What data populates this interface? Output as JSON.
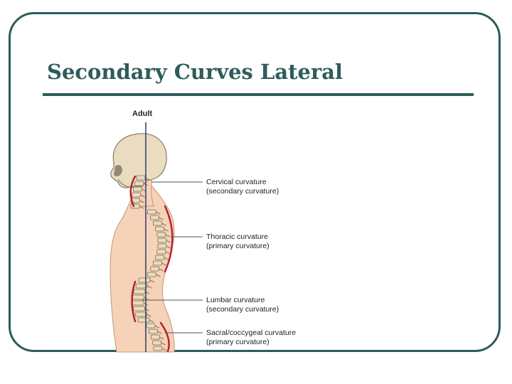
{
  "slide": {
    "title": "Secondary Curves Lateral"
  },
  "figure": {
    "heading": "Adult",
    "labels": [
      {
        "name": "Cervical curvature",
        "sub": "(secondary curvature)"
      },
      {
        "name": "Thoracic curvature",
        "sub": "(primary curvature)"
      },
      {
        "name": "Lumbar curvature",
        "sub": "(secondary curvature)"
      },
      {
        "name": "Sacral/coccygeal curvature",
        "sub": "(primary curvature)"
      }
    ]
  },
  "colors": {
    "theme": "#2f5b5b",
    "skin": "#f6d2b8",
    "bone": "#e9dcc0",
    "curve_highlight": "#b3202a"
  }
}
